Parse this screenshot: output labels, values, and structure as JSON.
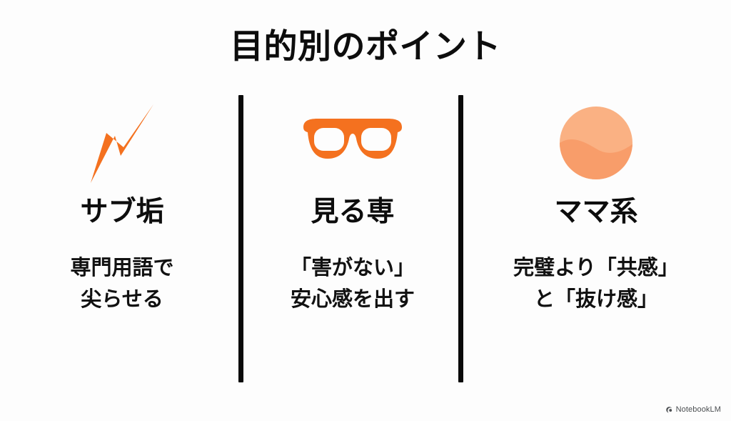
{
  "slide": {
    "title": "目的別のポイント",
    "background_color": "#fdfdfd",
    "accent_color": "#f4711f",
    "divider_color": "#0a0a0a",
    "text_color": "#111111"
  },
  "columns": [
    {
      "id": "sub-account",
      "icon": "lightning-bolt-icon",
      "icon_color": "#f4711f",
      "heading": "サブ垢",
      "body": "専門用語で\n尖らせる"
    },
    {
      "id": "lurker",
      "icon": "glasses-icon",
      "icon_color": "#f4711f",
      "heading": "見る専",
      "body": "「害がない」\n安心感を出す"
    },
    {
      "id": "mom-type",
      "icon": "wave-circle-icon",
      "icon_color_top": "#fab183",
      "icon_color_bottom": "#f89d6a",
      "heading": "ママ系",
      "body": "完璧より「共感」\nと「抜け感」"
    }
  ],
  "footer": {
    "logo_label": "NotebookLM",
    "logo_icon": "notebooklm-mark-icon"
  }
}
